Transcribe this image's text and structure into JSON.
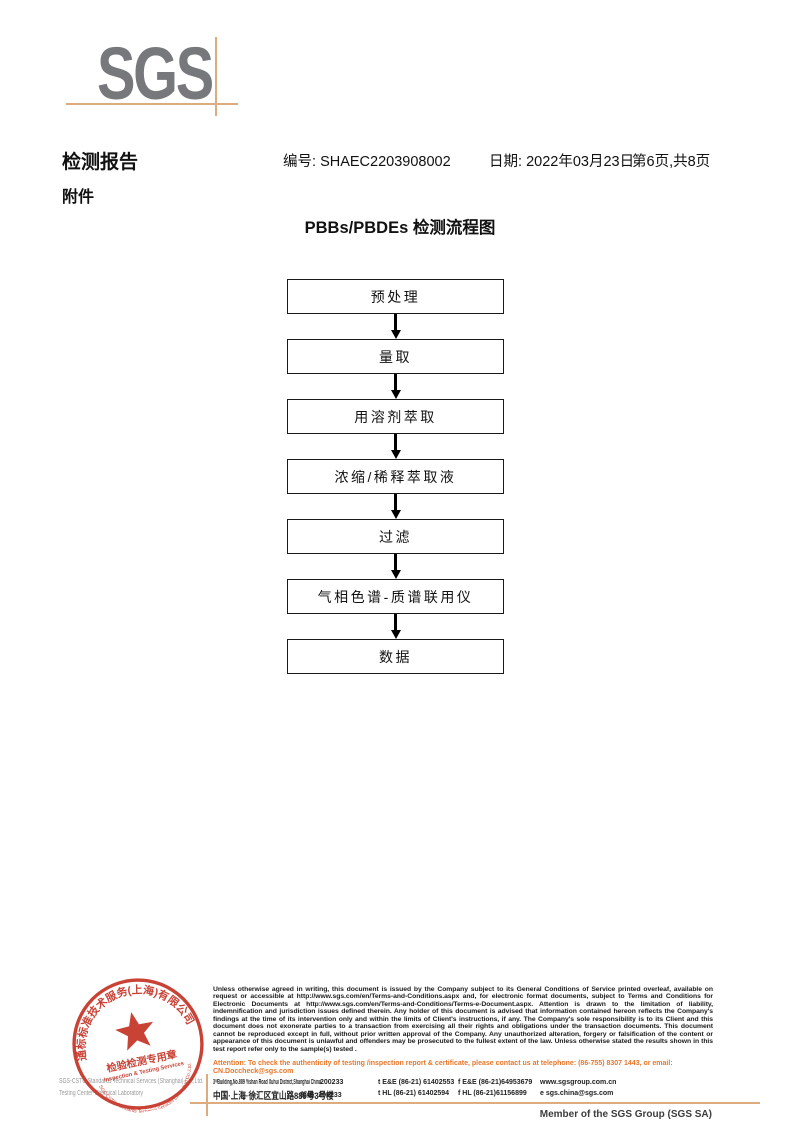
{
  "colors": {
    "accent_red": "#c43527",
    "attention_orange": "#e8762a",
    "crosshair_tan": "#dcab7e",
    "logo_gray": "#77787b"
  },
  "logo": {
    "text": "SGS"
  },
  "header": {
    "title": "检测报告",
    "no_label": "编号:",
    "no_value": "SHAEC2203908002",
    "date_label": "日期:",
    "date_value": "2022年03月23日",
    "page_info": "第6页,共8页",
    "attachment": "附件"
  },
  "flowchart": {
    "title": "PBBs/PBDEs 检测流程图",
    "steps": [
      "预处理",
      "量取",
      "用溶剂萃取",
      "浓缩/稀释萃取液",
      "过滤",
      "气相色谱-质谱联用仪",
      "数据"
    ]
  },
  "stamp": {
    "arc_top": "通标标准技术服务(上海)有限公司",
    "arc_bottom": "SGS-CSTC Standards Technical Services (Shanghai) Co.,Ltd.",
    "center_line1": "检验检测专用章",
    "center_line2": "Inspection & Testing Services"
  },
  "footer": {
    "company_line1": "SGS-CSTC Standards Technical Services (Shanghai) Co.,Ltd.",
    "company_line2": "Testing Center-Chemical Laboratory",
    "disclaimer": "Unless otherwise agreed in writing, this document is issued by the Company subject to its General Conditions of Service printed overleaf, available on request or accessible at http://www.sgs.com/en/Terms-and-Conditions.aspx and, for electronic format documents, subject to Terms and Conditions for Electronic Documents at http://www.sgs.com/en/Terms-and-Conditions/Terms-e-Document.aspx. Attention is drawn to the limitation of liability, indemnification and jurisdiction issues defined therein. Any holder of this document is advised that information contained hereon reflects the Company's findings at the time of its intervention only and within the limits of Client's instructions, if any. The Company's sole responsibility is to its Client and this document does not exonerate parties to a transaction from exercising all their rights and obligations under the transaction documents. This document cannot be reproduced except in full, without prior written approval of the Company. Any unauthorized alteration, forgery or falsification of the content or appearance of this document is unlawful and offenders may be prosecuted to the fullest extent of the law. Unless otherwise stated the results shown in this test report refer only to the sample(s) tested .",
    "attention": "Attention: To check the authenticity of testing /inspection report & certificate, please contact us at telephone: (86-755) 8307 1443, or email: CN.Doccheck@sgs.com",
    "address_en": "3ʳᵈBuilding,No.889 Yishan Road Xuhui District,Shanghai China",
    "postal_en": "200233",
    "tel_en": "t E&E (86-21) 61402553",
    "fax_en": "f E&E (86-21)64953679",
    "web": "www.sgsgroup.com.cn",
    "address_cn": "中国·上海·徐汇区宜山路889号3号楼",
    "postal_cn": "邮编: 200233",
    "tel_cn": "t HL (86-21) 61402594",
    "fax_cn": "f HL (86-21)61156899",
    "email": "e sgs.china@sgs.com",
    "member": "Member of the SGS Group (SGS SA)"
  }
}
